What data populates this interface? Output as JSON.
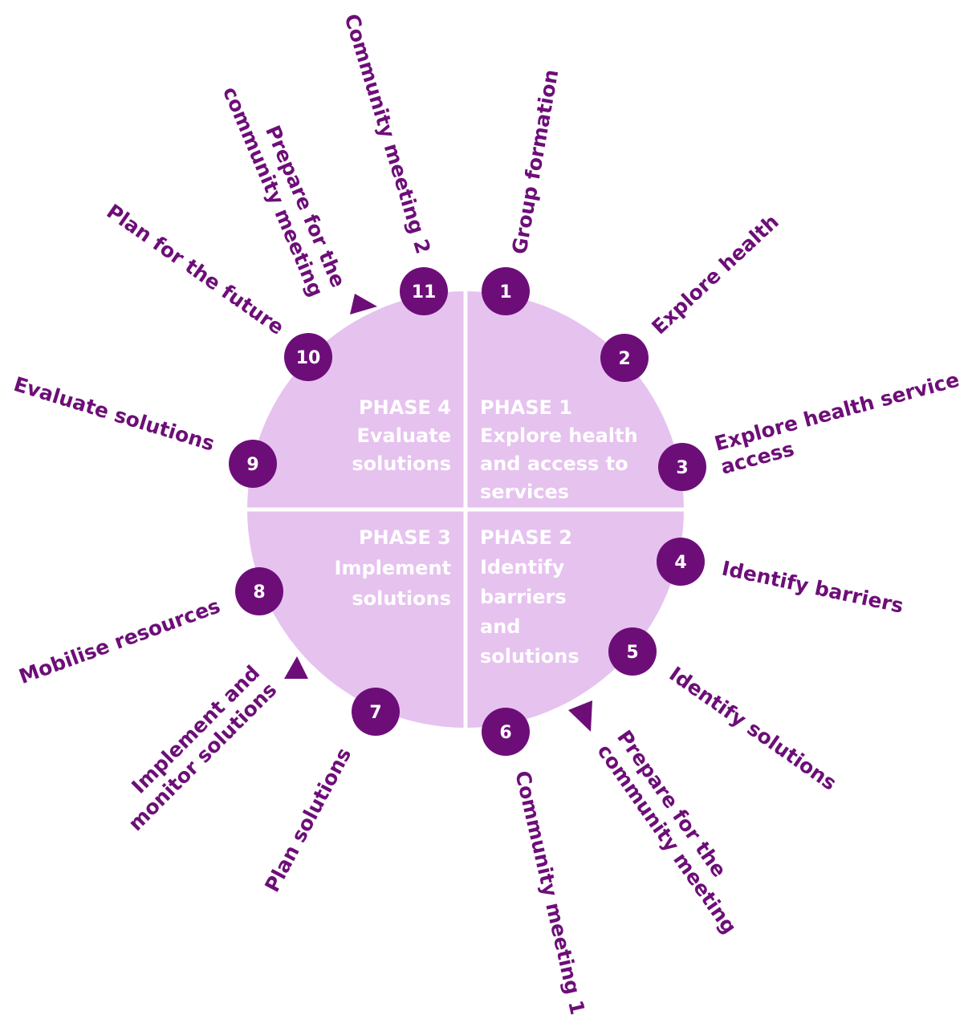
{
  "colors": {
    "circle_fill": "#e6c2ef",
    "divider": "#ffffff",
    "accent": "#6d0e78",
    "label": "#6d0e78",
    "phase_text": "#ffffff"
  },
  "phases": [
    {
      "id": 1,
      "title": "PHASE 1",
      "lines": [
        "Explore health",
        "and access to",
        "services"
      ]
    },
    {
      "id": 2,
      "title": "PHASE 2",
      "lines": [
        "Identify",
        "barriers",
        "and",
        "solutions"
      ]
    },
    {
      "id": 3,
      "title": "PHASE 3",
      "lines": [
        "Implement",
        "solutions"
      ]
    },
    {
      "id": 4,
      "title": "PHASE 4",
      "lines": [
        "Evaluate",
        "solutions"
      ]
    }
  ],
  "steps": [
    {
      "number": "1",
      "label_lines": [
        "Group formation"
      ]
    },
    {
      "number": "2",
      "label_lines": [
        "Explore health"
      ]
    },
    {
      "number": "3",
      "label_lines": [
        "Explore health service",
        "access"
      ]
    },
    {
      "number": "4",
      "label_lines": [
        "Identify barriers"
      ]
    },
    {
      "number": "5",
      "label_lines": [
        "Identify solutions"
      ]
    },
    {
      "number": "6",
      "label_lines": [
        "Community meeting 1"
      ]
    },
    {
      "number": "7",
      "label_lines": [
        "Plan  solutions"
      ]
    },
    {
      "number": "8",
      "label_lines": [
        "Mobilise resources"
      ]
    },
    {
      "number": "9",
      "label_lines": [
        "Evaluate solutions"
      ]
    },
    {
      "number": "10",
      "label_lines": [
        "Plan for the future"
      ]
    },
    {
      "number": "11",
      "label_lines": [
        "Community meeting 2"
      ]
    }
  ],
  "interim_steps": [
    {
      "label_lines": [
        "Prepare for the",
        "community meeting"
      ]
    },
    {
      "label_lines": [
        "Implement and",
        "monitor solutions"
      ]
    },
    {
      "label_lines": [
        "Prepare for the",
        "community meeting"
      ]
    }
  ]
}
